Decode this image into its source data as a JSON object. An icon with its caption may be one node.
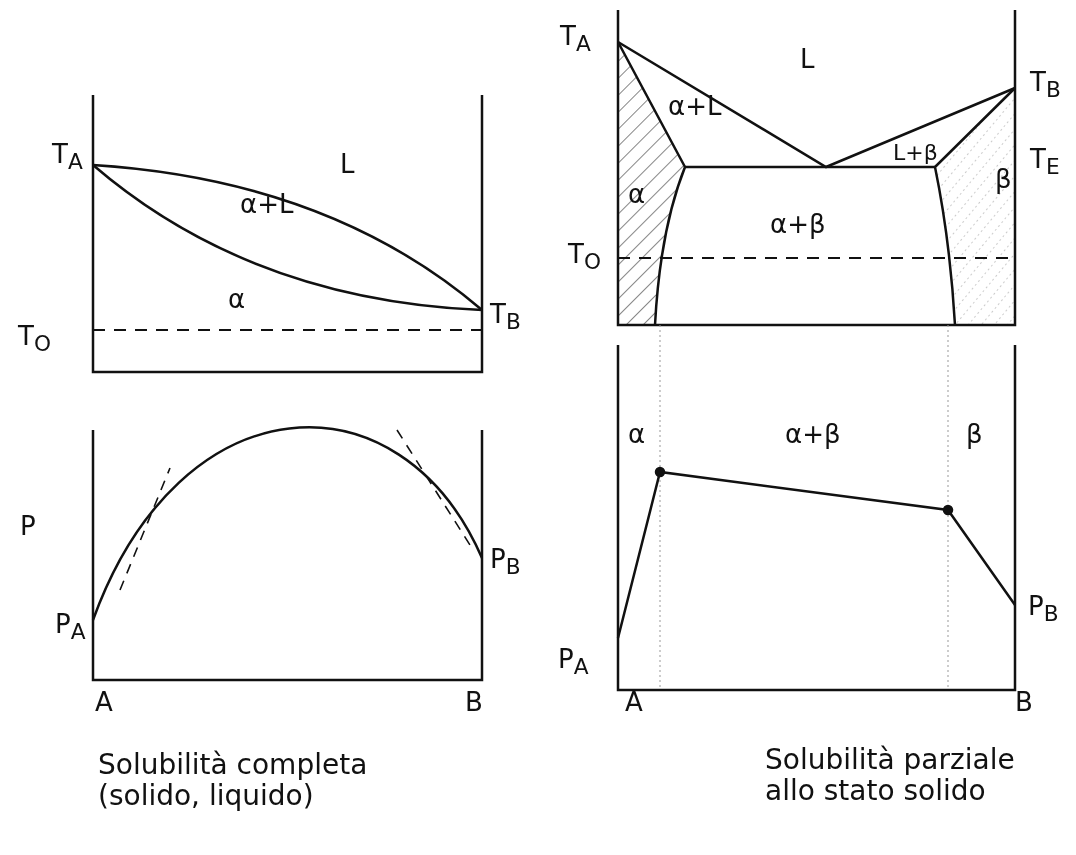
{
  "diagram": {
    "labels": [
      "T$_{A}$",
      "L",
      "α+L",
      "α",
      "T$_{O}$",
      "T$_{B}$",
      "P",
      "P$_{B}$",
      "P$_{A}$",
      "A",
      "B",
      "Solubilità completa (solido, liquido)",
      "T$_{A}$",
      "L",
      "T$_{B}$",
      "α+L",
      "L+β",
      "T$_{E}$",
      "β",
      "α",
      "α+β",
      "T$_{O}$",
      "α",
      "α+β",
      "β",
      "P$_{B}$",
      "P$_{A}$",
      "A",
      "B",
      "Solubilità parziale allo stato solido"
    ]
  }
}
